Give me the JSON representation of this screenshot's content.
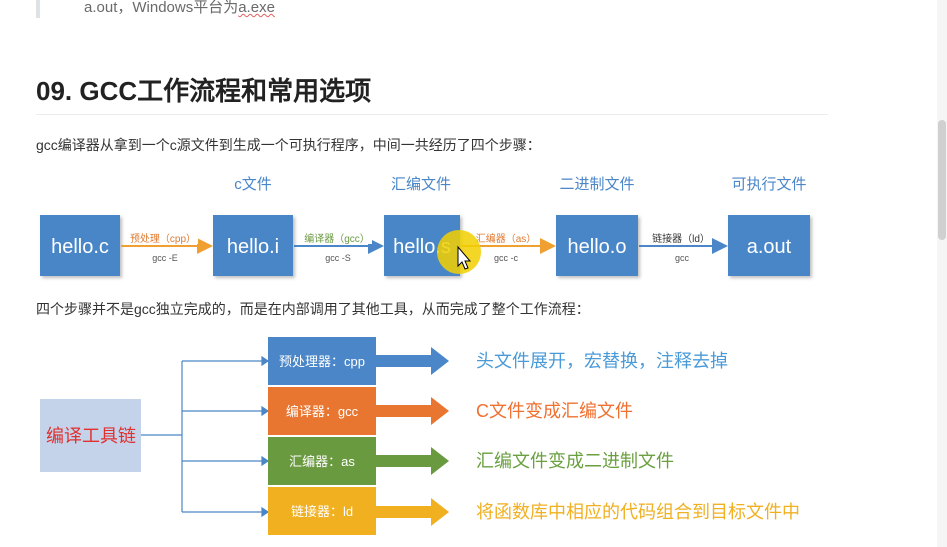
{
  "blockquote": {
    "text_prefix": "a.out，Windows平台为",
    "text_link": "a.exe"
  },
  "heading": "09. GCC工作流程和常用选项",
  "intro": "gcc编译器从拿到一个c源文件到生成一个可执行程序，中间一共经历了四个步骤：",
  "pipeline": {
    "stage_titles": [
      "c文件",
      "汇编文件",
      "二进制文件",
      "可执行文件"
    ],
    "boxes": [
      "hello.c",
      "hello.i",
      "hello.s",
      "hello.o",
      "a.out"
    ],
    "arrows": [
      {
        "tool": "预处理（cpp）",
        "opt": "gcc -E"
      },
      {
        "tool": "编译器（gcc）",
        "opt": "gcc -S"
      },
      {
        "tool": "汇编器（as）",
        "opt": "gcc -c"
      },
      {
        "tool": "链接器（ld）",
        "opt": "gcc"
      }
    ]
  },
  "intro2": "四个步骤并不是gcc独立完成的，而是在内部调用了其他工具，从而完成了整个工作流程：",
  "toolchain": {
    "root": "编译工具链",
    "items": [
      {
        "label": "预处理器：cpp",
        "desc": "头文件展开，宏替换，注释去掉"
      },
      {
        "label": "编译器：gcc",
        "desc": "C文件变成汇编文件"
      },
      {
        "label": "汇编器：as",
        "desc": "汇编文件变成二进制文件"
      },
      {
        "label": "链接器：ld",
        "desc": "将函数库中相应的代码组合到目标文件中"
      }
    ]
  },
  "colors": {
    "blue_box": "#4a86c8",
    "arrow_orange": "#f0a030",
    "arrow_blue": "#4a86c8",
    "tool_text": "#e07a30",
    "stage_title": "#4a86c8",
    "root_bg": "#c5d3ea",
    "root_text": "#e03030",
    "cpp": "#4a86c8",
    "gcc": "#e87530",
    "as": "#6a9a40",
    "ld": "#f0b020",
    "desc_blue": "#4a9ad8",
    "desc_orange": "#f07030",
    "desc_green": "#6aa040",
    "desc_yellow": "#f0b020",
    "cursor": "#f2d000"
  }
}
